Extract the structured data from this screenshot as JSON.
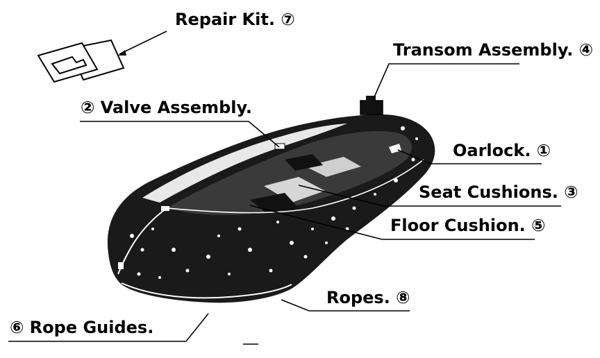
{
  "callouts": {
    "repair_kit": "Repair Kit. ⑦",
    "transom_assembly": "Transom Assembly. ④",
    "valve_assembly": "② Valve Assembly.",
    "oarlock": "Oarlock. ①",
    "seat_cushions": "Seat Cushions. ③",
    "floor_cushion": "Floor Cushion. ⑤",
    "ropes": "Ropes. ⑧",
    "rope_guides": "⑥ Rope Guides."
  },
  "colors": {
    "ink": "#000000",
    "paper": "#ffffff"
  }
}
